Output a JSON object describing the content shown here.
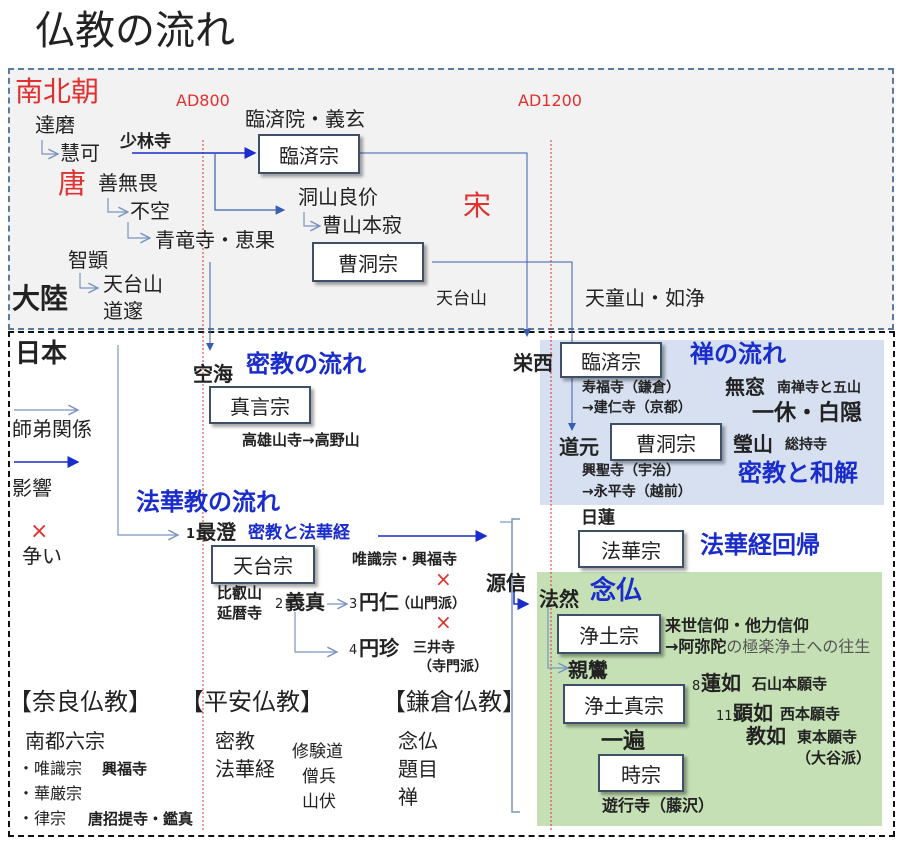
{
  "title": "仏教の流れ",
  "continent": {
    "nanbokucho": "南北朝",
    "tang": "唐",
    "song": "宋",
    "label": "大陸",
    "ad800": "AD800",
    "ad1200": "AD1200",
    "rinzaiin": "臨済院・義玄",
    "daruma": "達磨",
    "eka": "慧可",
    "shorinji": "少林寺",
    "rinzai": "臨済宗",
    "zenmui": "善無畏",
    "fuku": "不空",
    "seiryuji": "青竜寺・恵果",
    "tozan": "洞山良价",
    "sozan": "曹山本寂",
    "soto": "曹洞宗",
    "chigi": "智顗",
    "tendaisan": "天台山",
    "dosui": "道邃",
    "tendaisan2": "天台山",
    "tendozan": "天童山・如浄"
  },
  "japan": {
    "label": "日本",
    "legend": {
      "teacher": "師弟関係",
      "influence": "影響",
      "conflict": "争い",
      "conflict_mark": "×"
    },
    "mikkyo": {
      "kukai": "空海",
      "heading": "密教の流れ",
      "shingon": "真言宗",
      "temples": "高雄山寺→高野山"
    },
    "hokke": {
      "heading": "法華教の流れ",
      "saicho_num": "1",
      "saicho": "最澄",
      "saicho_note": "密教と法華経",
      "tendai": "天台宗",
      "hiei": "比叡山",
      "enryakuji": "延暦寺",
      "gishin_num": "2",
      "gishin": "義真",
      "ennin_num": "3",
      "ennin": "円仁",
      "sanmon": "（山門派）",
      "enchin_num": "4",
      "enchin": "円珍",
      "miidera": "三井寺",
      "jimon": "（寺門派）",
      "yuishiki": "唯識宗・興福寺"
    },
    "eras": {
      "nara": {
        "heading": "【奈良仏教】",
        "items": [
          "南都六宗",
          "・唯識宗",
          "興福寺",
          "・華厳宗",
          "・律宗",
          "唐招提寺・鑑真"
        ]
      },
      "heian": {
        "heading": "【平安仏教】",
        "items": [
          "密教",
          "法華経",
          "修験道",
          "僧兵",
          "山伏"
        ]
      },
      "kamakura": {
        "heading": "【鎌倉仏教】",
        "items": [
          "念仏",
          "題目",
          "禅"
        ]
      }
    },
    "genshin": "源信",
    "zen": {
      "eisai": "栄西",
      "rinzai": "臨済宗",
      "heading": "禅の流れ",
      "jufukuji": "寿福寺（鎌倉）",
      "kenninji": "→建仁寺（京都）",
      "muso": "無窓",
      "nanzenji": "南禅寺と五山",
      "ikkyu": "一休・白隠",
      "dogen": "道元",
      "soto": "曹洞宗",
      "keizan": "瑩山",
      "sojiji": "総持寺",
      "koshoji": "興聖寺（宇治）",
      "eiheiji": "→永平寺（越前）",
      "reconcile": "密教と和解"
    },
    "nichiren": {
      "name": "日蓮",
      "hokke": "法華宗",
      "heading": "法華経回帰"
    },
    "nenbutsu": {
      "honen": "法然",
      "heading": "念仏",
      "jodo": "浄土宗",
      "belief1": "来世信仰・他力信仰",
      "belief2a": "→阿弥陀",
      "belief2b": "の極楽浄土への往生",
      "shinran": "親鸞",
      "shinshu": "浄土真宗",
      "rennyo_num": "8",
      "rennyo": "蓮如",
      "ishiyama": "石山本願寺",
      "kennyo_num": "11",
      "kennyo": "顕如",
      "nishi": "西本願寺",
      "kyonyo": "教如",
      "higashi": "東本願寺",
      "otani": "（大谷派）",
      "ippen": "一遍",
      "ji": "時宗",
      "yugyoji": "遊行寺（藤沢）"
    }
  },
  "colors": {
    "era_red": "#e03030",
    "heading_blue": "#1a2ccc",
    "zen_bg": "#d6e0f1",
    "pure_land_bg": "#c5e0b4"
  }
}
